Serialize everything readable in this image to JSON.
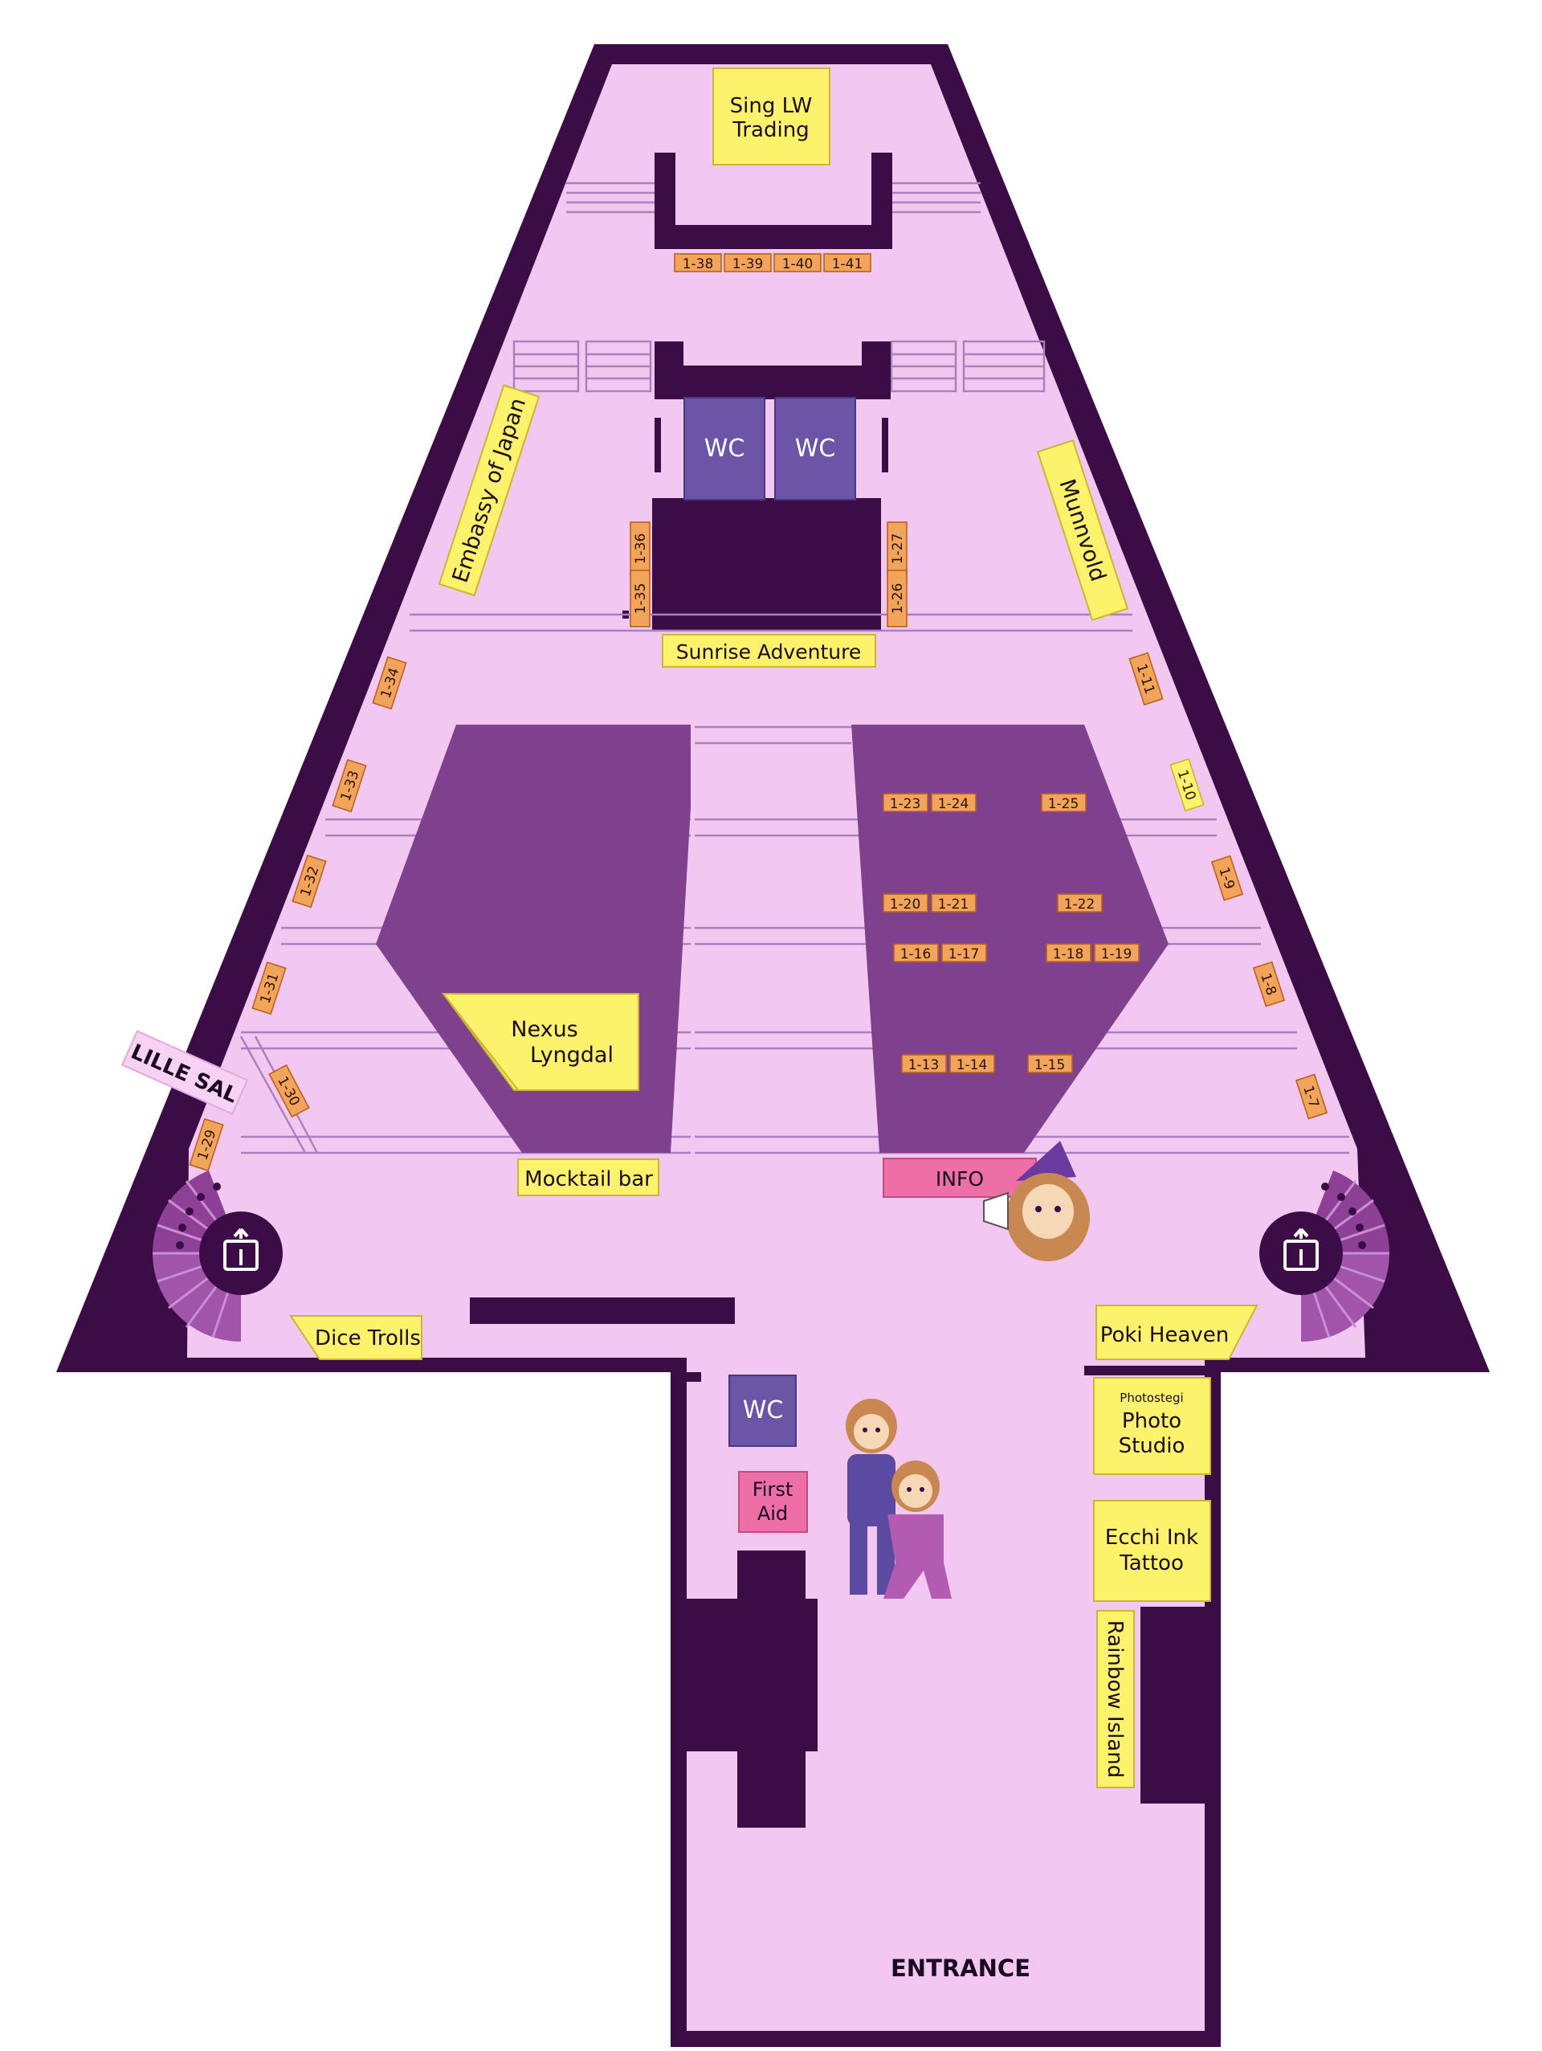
{
  "map": {
    "vendors": {
      "sing_lw": [
        "Sing LW",
        "Trading"
      ],
      "embassy": "Embassy of Japan",
      "munnvold": "Munnvold",
      "sunrise": "Sunrise Adventure",
      "nexus": [
        "Nexus",
        "Lyngdal"
      ],
      "mocktail": "Mocktail bar",
      "dice_trolls": "Dice Trolls",
      "poki": "Poki Heaven",
      "photostegi": [
        "Photostegi",
        "Photo",
        "Studio"
      ],
      "ecchi": [
        "Ecchi Ink",
        "Tattoo"
      ],
      "rainbow": "Rainbow Island"
    },
    "facilities": {
      "wc_left": "WC",
      "wc_right": "WC",
      "wc_bottom": "WC",
      "info": "INFO",
      "first_aid": [
        "First",
        "Aid"
      ],
      "lille_sal": "LILLE SAL",
      "entrance": "ENTRANCE"
    },
    "booths": {
      "b1_7": "1-7",
      "b1_8": "1-8",
      "b1_9": "1-9",
      "b1_10": "1-10",
      "b1_11": "1-11",
      "b1_13": "1-13",
      "b1_14": "1-14",
      "b1_15": "1-15",
      "b1_16": "1-16",
      "b1_17": "1-17",
      "b1_18": "1-18",
      "b1_19": "1-19",
      "b1_20": "1-20",
      "b1_21": "1-21",
      "b1_22": "1-22",
      "b1_23": "1-23",
      "b1_24": "1-24",
      "b1_25": "1-25",
      "b1_26": "1-26",
      "b1_27": "1-27",
      "b1_29": "1-29",
      "b1_30": "1-30",
      "b1_31": "1-31",
      "b1_32": "1-32",
      "b1_33": "1-33",
      "b1_34": "1-34",
      "b1_35": "1-35",
      "b1_36": "1-36",
      "b1_38": "1-38",
      "b1_39": "1-39",
      "b1_40": "1-40",
      "b1_41": "1-41"
    },
    "colors": {
      "floor": "#f2c8f0",
      "wall": "#3b0c45",
      "seating_block": "#7f418d",
      "vendor": "#fdf26b",
      "booth": "#f2a45a",
      "wc": "#6a55a6",
      "info": "#ec6fa6"
    },
    "icons": {
      "elevator_left": "elevator-icon",
      "elevator_right": "elevator-icon",
      "mascot": "llama-mascot"
    }
  }
}
